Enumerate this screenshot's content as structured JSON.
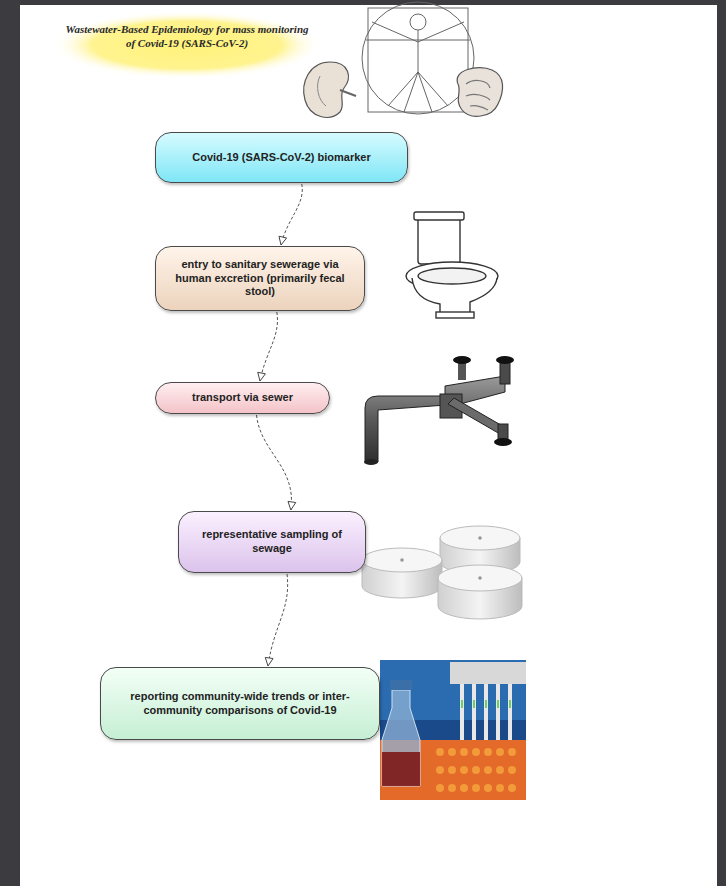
{
  "diagram": {
    "title": "Wastewater-Based Epidemiology for mass monitoring of Covid-19 (SARS-CoV-2)",
    "nodes": [
      {
        "text": [
          "Covid-19 (SARS-CoV-2) biomarker"
        ]
      },
      {
        "text": [
          "entry to sanitary sewerage via human excretion (primarily fecal stool)"
        ]
      },
      {
        "text": [
          "transport via sewer"
        ]
      },
      {
        "text": [
          "representative sampling of sewage"
        ]
      },
      {
        "text": [
          "reporting community-wide trends or inter-community comparisons of Covid-19"
        ]
      }
    ],
    "edges": [
      {
        "from": 0,
        "to": 1,
        "arrow": "to"
      },
      {
        "from": 1,
        "to": 2,
        "arrow": "to"
      },
      {
        "from": 2,
        "to": 3,
        "arrow": "to"
      },
      {
        "from": 3,
        "to": 4,
        "arrow": "to"
      }
    ]
  }
}
